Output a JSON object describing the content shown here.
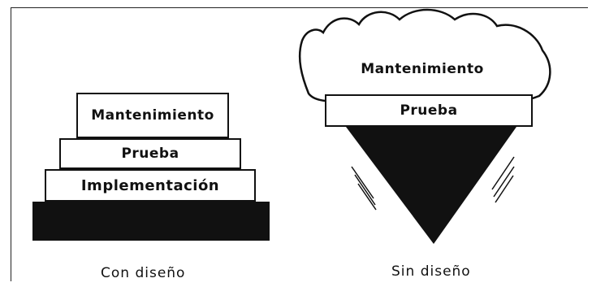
{
  "left_diagram": {
    "levels": [
      "Mantenimiento",
      "Prueba",
      "Implementación"
    ],
    "caption": "Con diseño"
  },
  "right_diagram": {
    "levels": [
      "Mantenimiento",
      "Prueba"
    ],
    "caption": "Sin diseño"
  },
  "colors": {
    "ink": "#111111",
    "background": "#ffffff"
  }
}
